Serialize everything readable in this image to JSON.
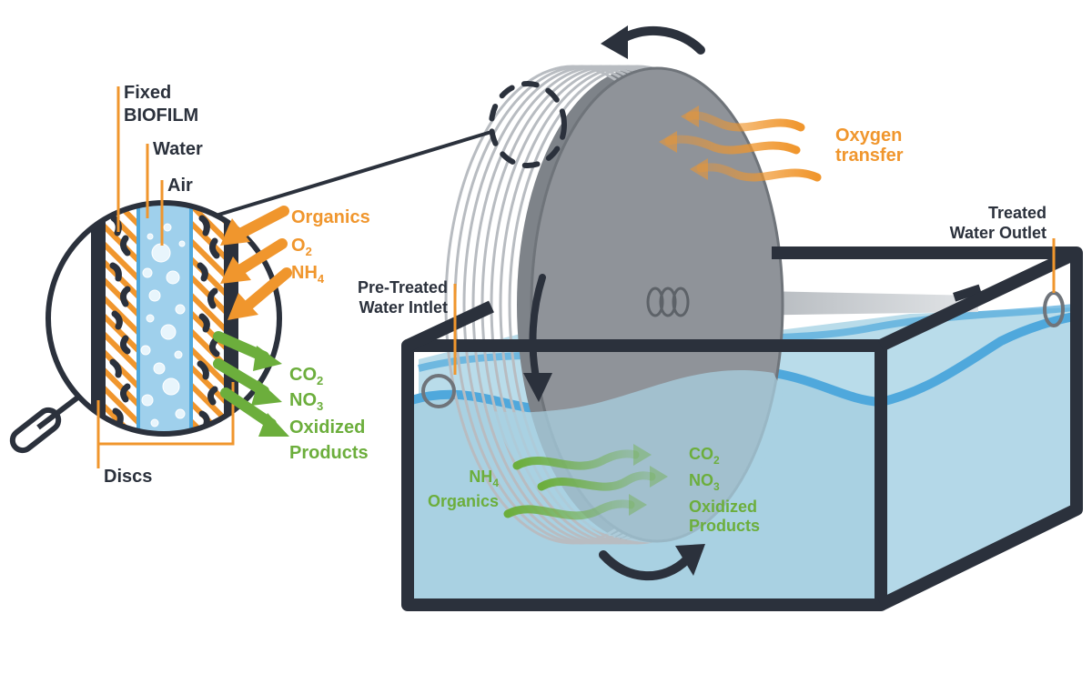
{
  "colors": {
    "frame": "#2b313c",
    "orange": "#f0962d",
    "green": "#6cae3c",
    "water_light": "#b9dcea",
    "water_edge": "#4fa8dc",
    "disc": "#8f9399",
    "tank_water": "#a9d1e2"
  },
  "magnifier": {
    "labels": {
      "fixed": "Fixed",
      "biofilm": "BIOFILM",
      "water": "Water",
      "air": "Air",
      "discs": "Discs"
    },
    "inputs": {
      "organics": "Organics",
      "o2_base": "O",
      "o2_sub": "2",
      "nh4_base": "NH",
      "nh4_sub": "4"
    },
    "outputs": {
      "co2_base": "CO",
      "co2_sub": "2",
      "no3_base": "NO",
      "no3_sub": "3",
      "oxidized_1": "Oxidized",
      "oxidized_2": "Products"
    }
  },
  "tank": {
    "oxygen_1": "Oxygen",
    "oxygen_2": "transfer",
    "outlet_1": "Treated",
    "outlet_2": "Water Outlet",
    "inlet_1": "Pre-Treated",
    "inlet_2": "Water Intlet",
    "in_nh4_base": "NH",
    "in_nh4_sub": "4",
    "in_organics": "Organics",
    "out_co2_base": "CO",
    "out_co2_sub": "2",
    "out_no3_base": "NO",
    "out_no3_sub": "3",
    "out_oxidized_1": "Oxidized",
    "out_oxidized_2": "Products"
  }
}
